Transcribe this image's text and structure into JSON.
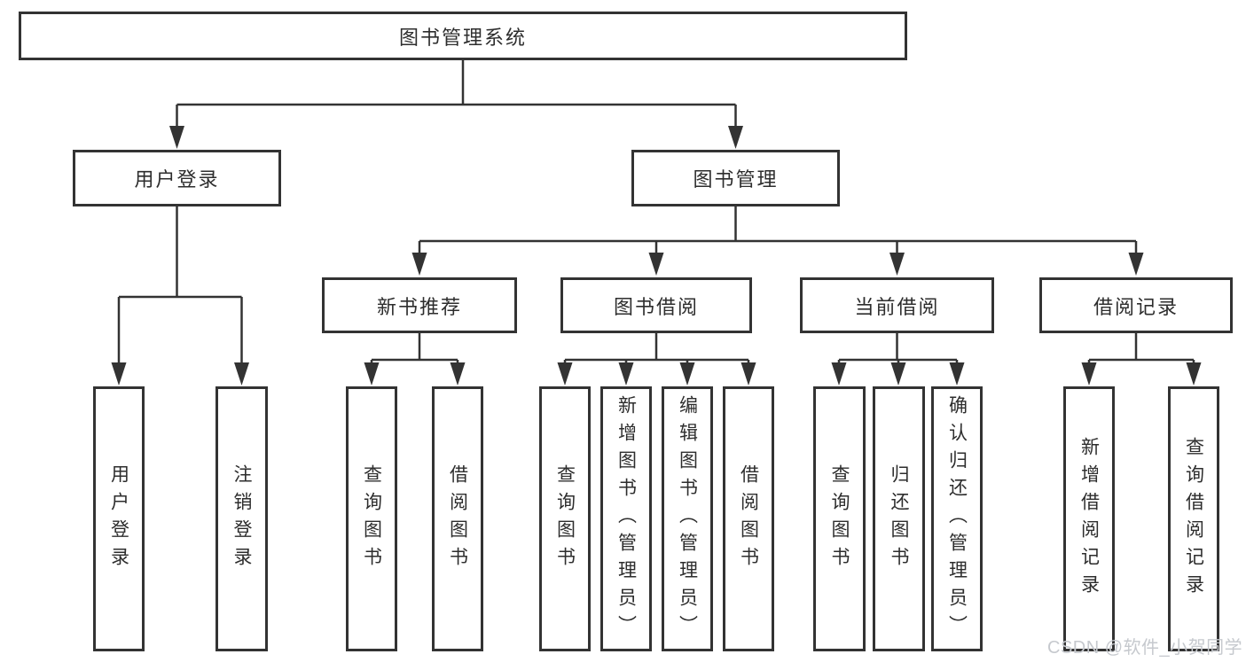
{
  "diagram": {
    "root": {
      "label": "图书管理系统"
    },
    "children": [
      {
        "label": "用户登录",
        "children": [
          {
            "label": "用户登录"
          },
          {
            "label": "注销登录"
          }
        ]
      },
      {
        "label": "图书管理",
        "children": [
          {
            "label": "新书推荐",
            "children": [
              {
                "label": "查询图书"
              },
              {
                "label": "借阅图书"
              }
            ]
          },
          {
            "label": "图书借阅",
            "children": [
              {
                "label": "查询图书"
              },
              {
                "label": "新增图书（管理员）"
              },
              {
                "label": "编辑图书（管理员）"
              },
              {
                "label": "借阅图书"
              }
            ]
          },
          {
            "label": "当前借阅",
            "children": [
              {
                "label": "查询图书"
              },
              {
                "label": "归还图书"
              },
              {
                "label": "确认归还（管理员）"
              }
            ]
          },
          {
            "label": "借阅记录",
            "children": [
              {
                "label": "新增借阅记录"
              },
              {
                "label": "查询借阅记录"
              }
            ]
          }
        ]
      }
    ],
    "watermark": "CSDN @软件_小贺同学",
    "colors": {
      "line": "#333333",
      "text": "#2d2d2d",
      "box_background": "#ffffff",
      "watermark": "#c6c9ce"
    }
  }
}
